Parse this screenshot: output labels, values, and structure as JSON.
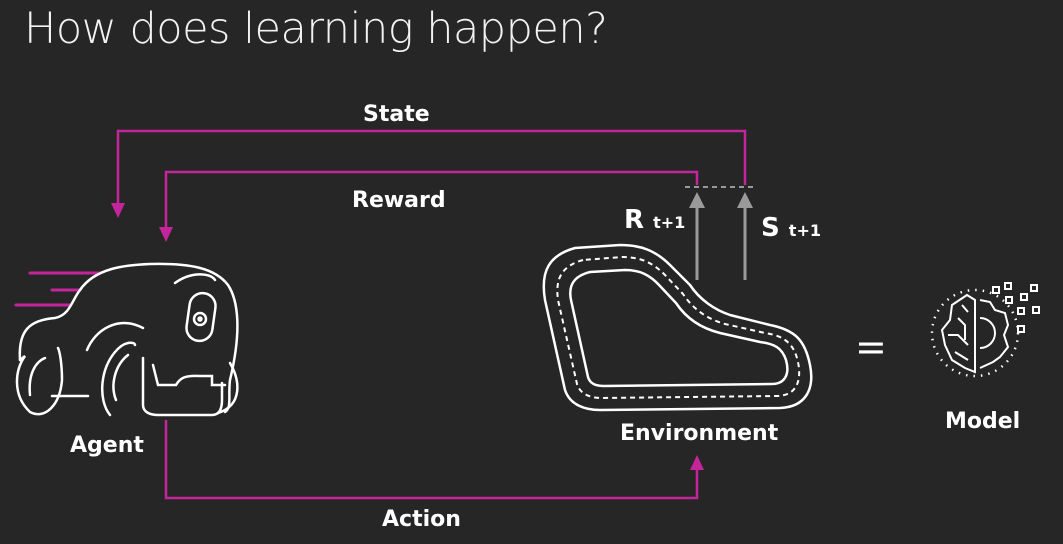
{
  "title": "How does learning happen?",
  "labels": {
    "state": "State",
    "reward": "Reward",
    "action": "Action",
    "agent": "Agent",
    "environment": "Environment",
    "model": "Model",
    "equals": "=",
    "r_symbol": "R",
    "s_symbol": "S",
    "subscript": "t+1"
  },
  "colors": {
    "background": "#262626",
    "loop": "#c4259b",
    "arrow_gray": "#9a9a9a",
    "line": "#ffffff"
  }
}
